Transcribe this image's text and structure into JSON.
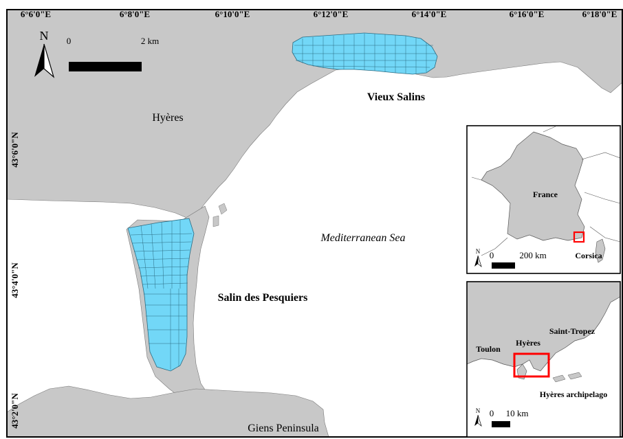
{
  "map": {
    "lon_ticks": [
      "6°6'0\"E",
      "6°8'0\"E",
      "6°10'0\"E",
      "6°12'0\"E",
      "6°14'0\"E",
      "6°16'0\"E",
      "6°18'0\"E"
    ],
    "lat_ticks": [
      "43°6'0\"N",
      "43°4'0\"N",
      "43°2'0\"N"
    ],
    "north": "N",
    "scale": {
      "start": "0",
      "end": "2 km"
    },
    "labels": {
      "hyeres": "Hyères",
      "vieux_salins": "Vieux Salins",
      "salin_pesquiers": "Salin des Pesquiers",
      "sea": "Mediterranean Sea",
      "giens": "Giens Peninsula"
    },
    "colors": {
      "land": "#c8c8c8",
      "water": "#ffffff",
      "salt_pans": "#72d7f7",
      "highlight": "#ff0000"
    }
  },
  "inset_france": {
    "country": "France",
    "corsica": "Corsica",
    "north": "N",
    "scale": {
      "start": "0",
      "end": "200 km"
    }
  },
  "inset_region": {
    "toulon": "Toulon",
    "hyeres": "Hyères",
    "saint_tropez": "Saint-Tropez",
    "archipelago": "Hyères archipelago",
    "north": "N",
    "scale": {
      "start": "0",
      "end": "10 km"
    }
  }
}
